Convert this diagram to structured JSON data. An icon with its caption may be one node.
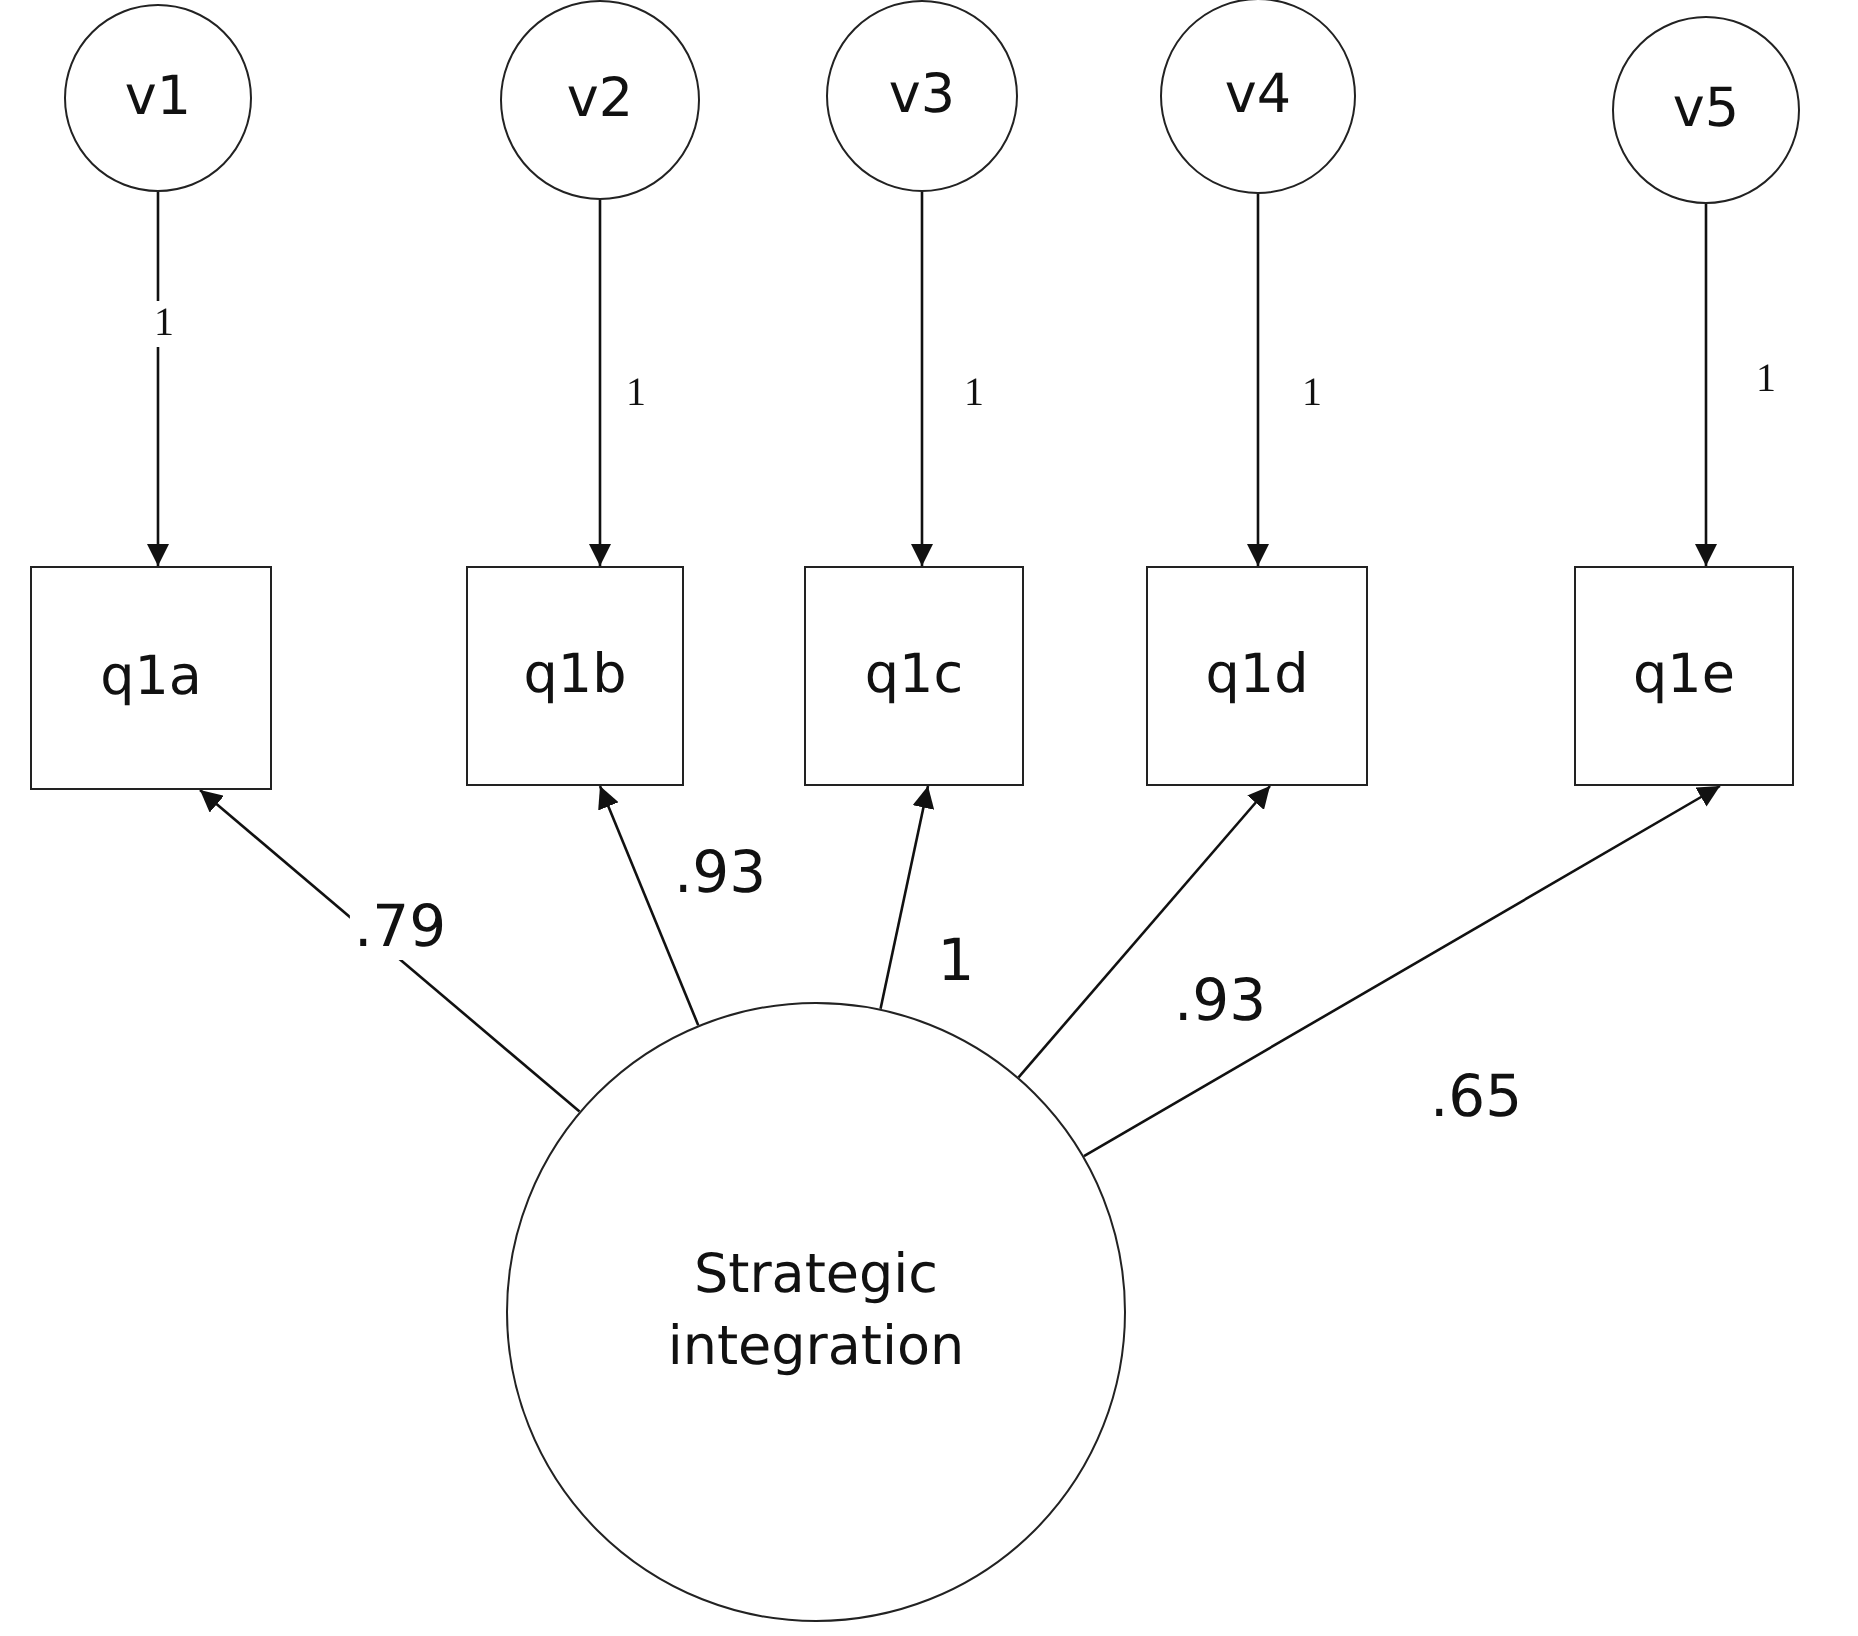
{
  "diagram": {
    "nodes": [
      {
        "text": [
          "v1"
        ]
      },
      {
        "text": [
          "v2"
        ]
      },
      {
        "text": [
          "v3"
        ]
      },
      {
        "text": [
          "v4"
        ]
      },
      {
        "text": [
          "v5"
        ]
      },
      {
        "text": [
          "q1a"
        ]
      },
      {
        "text": [
          "q1b"
        ]
      },
      {
        "text": [
          "q1c"
        ]
      },
      {
        "text": [
          "q1d"
        ]
      },
      {
        "text": [
          "q1e"
        ]
      },
      {
        "text": [
          "Strategic integration"
        ]
      }
    ],
    "edges": [
      {
        "from": 0,
        "to": 5,
        "arrow": "to",
        "label": "1"
      },
      {
        "from": 1,
        "to": 6,
        "arrow": "to",
        "label": "1"
      },
      {
        "from": 2,
        "to": 7,
        "arrow": "to",
        "label": "1"
      },
      {
        "from": 3,
        "to": 8,
        "arrow": "to",
        "label": "1"
      },
      {
        "from": 4,
        "to": 9,
        "arrow": "to",
        "label": "1"
      },
      {
        "from": 10,
        "to": 5,
        "arrow": "to",
        "label": ".79"
      },
      {
        "from": 10,
        "to": 6,
        "arrow": "to",
        "label": ".93"
      },
      {
        "from": 10,
        "to": 7,
        "arrow": "to",
        "label": "1"
      },
      {
        "from": 10,
        "to": 8,
        "arrow": "to",
        "label": ".93"
      },
      {
        "from": 10,
        "to": 9,
        "arrow": "to",
        "label": ".65"
      }
    ]
  }
}
